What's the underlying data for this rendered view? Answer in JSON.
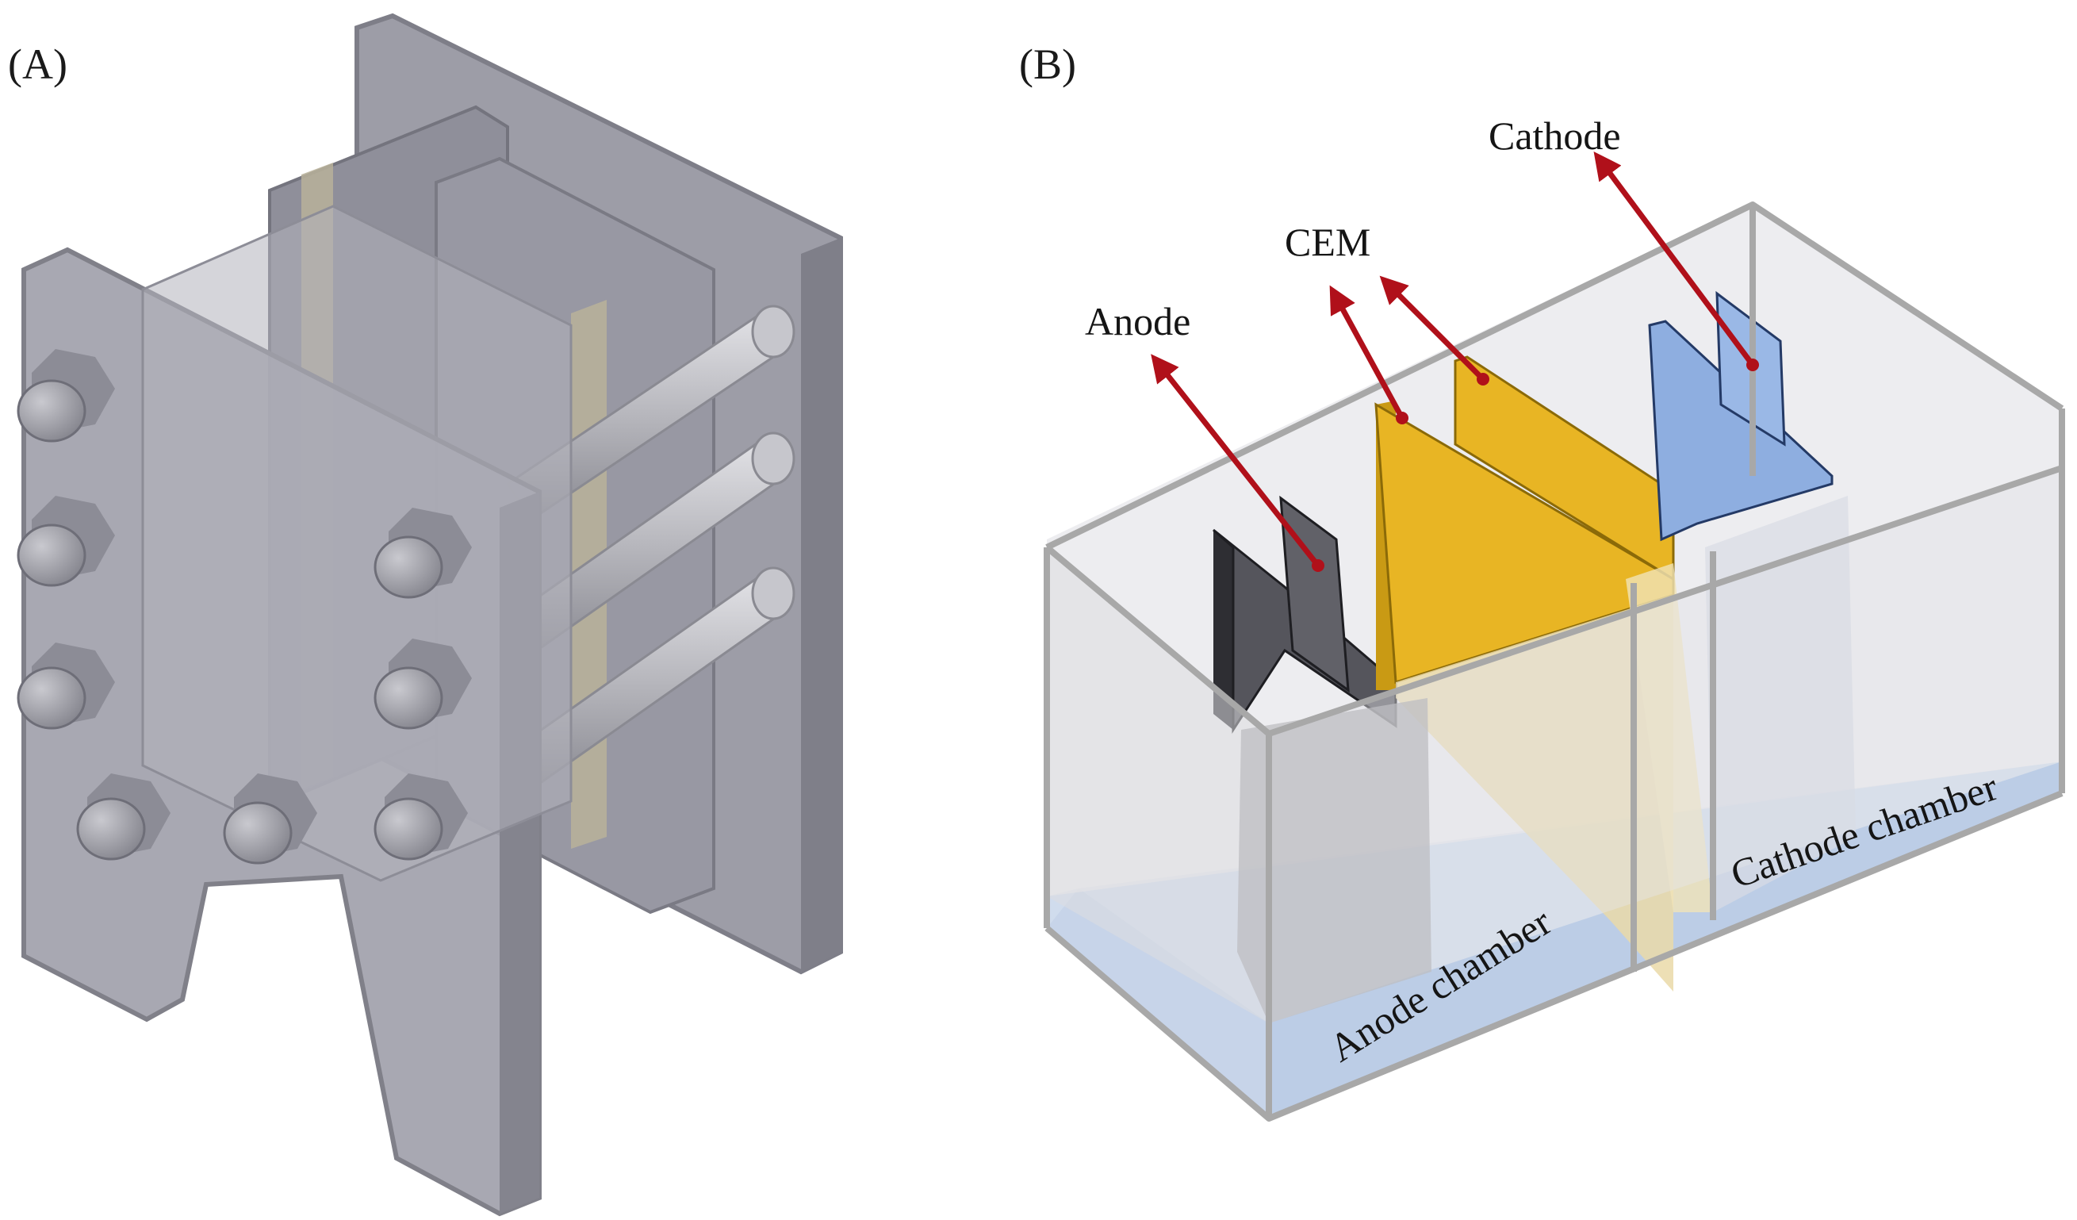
{
  "panels": {
    "a": {
      "label": "(A)"
    },
    "b": {
      "label": "(B)"
    }
  },
  "callouts": {
    "anode": "Anode",
    "cem": "CEM",
    "cathode": "Cathode"
  },
  "chamber_labels": {
    "anode_chamber": "Anode chamber",
    "cathode_chamber": "Cathode chamber"
  },
  "colors": {
    "frame": "#8a8d96",
    "plate": "#a9a9b4",
    "rod": "#c4c4c8",
    "tank_edge": "#a8a8a8",
    "anode": "#4a4a50",
    "cem": "#e8b524",
    "cathode": "#8eaee0",
    "arrow": "#b0101a",
    "water": "#c8d6ea"
  }
}
